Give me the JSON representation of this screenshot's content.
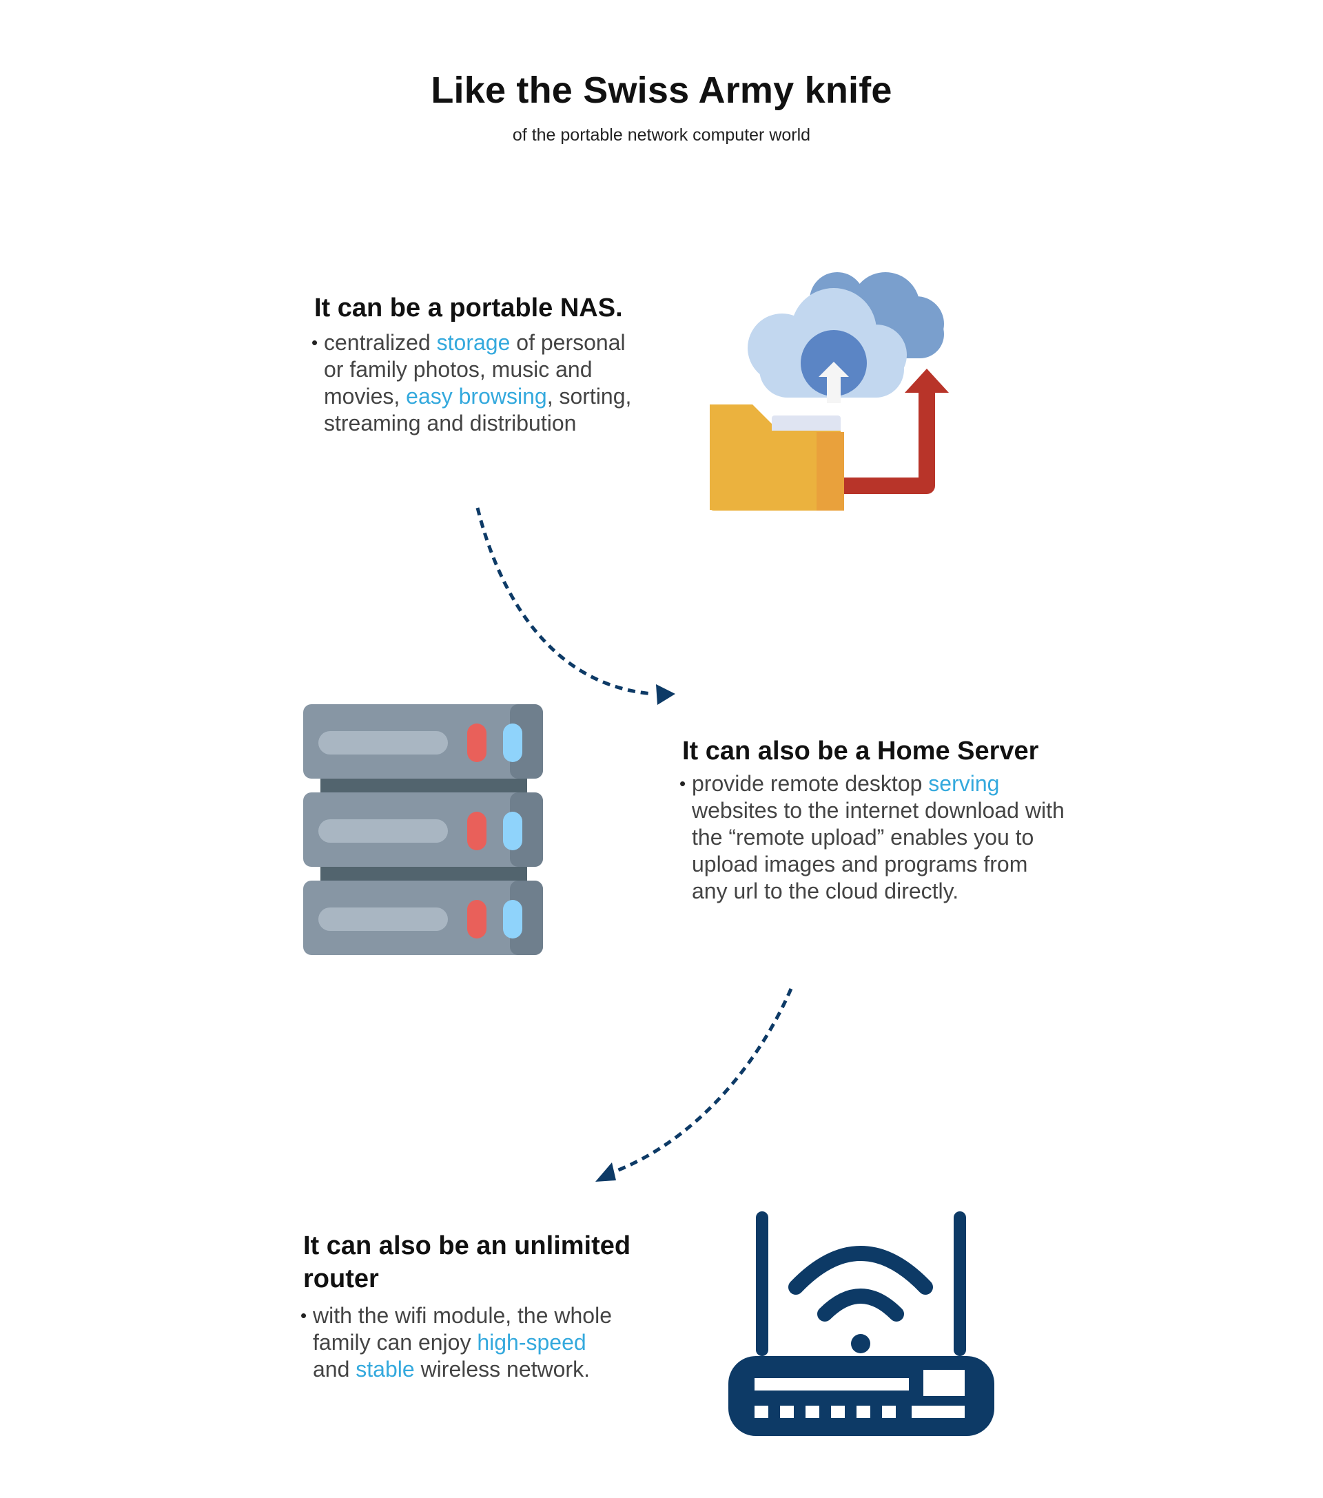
{
  "header": {
    "title": "Like the Swiss Army knife",
    "subtitle": "of the portable network computer world"
  },
  "features": {
    "nas": {
      "heading": "It can be a portable NAS.",
      "body": {
        "t1": "centralized ",
        "h1": "storage",
        "t2": " of personal or family photos, music and movies, ",
        "h2": "easy browsing",
        "t3": ", sorting, streaming and distribution"
      },
      "icon": "cloud-upload-folder-icon"
    },
    "server": {
      "heading": "It can also be a Home Server",
      "body": {
        "t1": "provide remote desktop ",
        "h1": "serving",
        "t2": " websites to the internet download with the “remote upload” enables you to upload images and programs from any url to the cloud directly."
      },
      "icon": "server-rack-icon"
    },
    "router": {
      "heading": "It can also be an unlimited router",
      "body": {
        "t1": "with the wifi module, the whole family can enjoy ",
        "h1": "high-speed",
        "t2": " and ",
        "h2": "stable",
        "t3": " wireless network."
      },
      "icon": "wifi-router-icon"
    }
  },
  "colors": {
    "highlight": "#34a9dd",
    "connector": "#0d3a66",
    "router": "#0d3a66",
    "folder": "#ebb23e",
    "arrow_red": "#b83429",
    "cloud_dark": "#7a9fcd",
    "cloud_light": "#c2d7ef",
    "server_body": "#8796a4",
    "server_led_red": "#e9605a",
    "server_led_blue": "#8fd3fb"
  }
}
